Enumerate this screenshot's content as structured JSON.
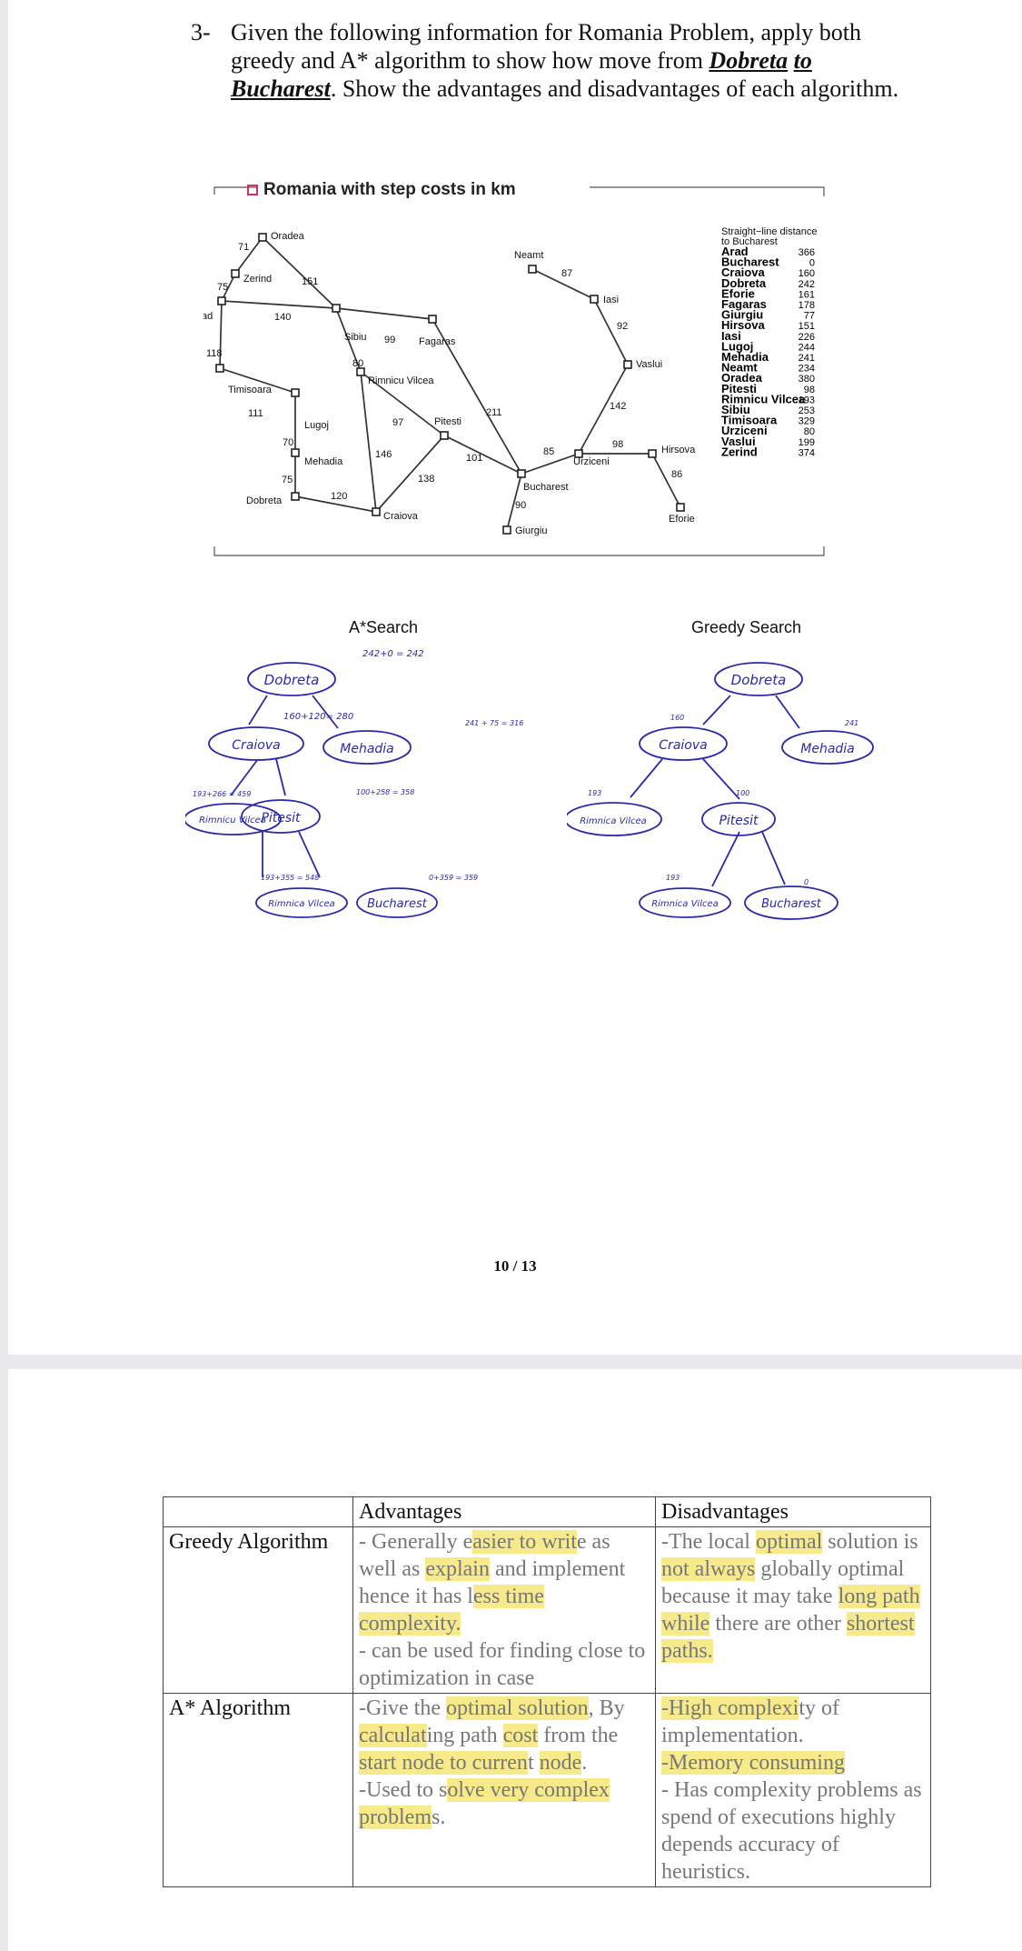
{
  "question": {
    "number": "3-",
    "text_before": "Given the following information for Romania Problem, apply both greedy and A* algorithm to show how move from ",
    "from_city": "Dobreta",
    "to_word": "to",
    "to_city": "Bucharest",
    "text_after": ". Show the advantages and disadvantages of each algorithm."
  },
  "map": {
    "title": "Romania with step costs in km",
    "sld_title_1": "Straight−line distance",
    "sld_title_2": "to Bucharest",
    "sld": [
      {
        "city": "Arad",
        "dist": "366"
      },
      {
        "city": "Bucharest",
        "dist": "0"
      },
      {
        "city": "Craiova",
        "dist": "160"
      },
      {
        "city": "Dobreta",
        "dist": "242"
      },
      {
        "city": "Eforie",
        "dist": "161"
      },
      {
        "city": "Fagaras",
        "dist": "178"
      },
      {
        "city": "Giurgiu",
        "dist": "77"
      },
      {
        "city": "Hirsova",
        "dist": "151"
      },
      {
        "city": "Iasi",
        "dist": "226"
      },
      {
        "city": "Lugoj",
        "dist": "244"
      },
      {
        "city": "Mehadia",
        "dist": "241"
      },
      {
        "city": "Neamt",
        "dist": "234"
      },
      {
        "city": "Oradea",
        "dist": "380"
      },
      {
        "city": "Pitesti",
        "dist": "98"
      },
      {
        "city": "Rimnicu Vilcea",
        "dist": "193"
      },
      {
        "city": "Sibiu",
        "dist": "253"
      },
      {
        "city": "Timisoara",
        "dist": "329"
      },
      {
        "city": "Urziceni",
        "dist": "80"
      },
      {
        "city": "Vaslui",
        "dist": "199"
      },
      {
        "city": "Zerind",
        "dist": "374"
      }
    ],
    "cities": [
      "Oradea",
      "Zerind",
      "Arad",
      "Sibiu",
      "Fagaras",
      "Timisoara",
      "Rimnicu Vilcea",
      "Lugoj",
      "Pitesti",
      "Mehadia",
      "Dobreta",
      "Craiova",
      "Bucharest",
      "Giurgiu",
      "Urziceni",
      "Hirsova",
      "Eforie",
      "Vaslui",
      "Iasi",
      "Neamt"
    ],
    "edge_costs": [
      "71",
      "75",
      "151",
      "140",
      "118",
      "99",
      "80",
      "111",
      "70",
      "75",
      "120",
      "97",
      "146",
      "138",
      "211",
      "101",
      "90",
      "85",
      "98",
      "86",
      "142",
      "92",
      "87"
    ]
  },
  "astar": {
    "title": "A*Search",
    "nodes": [
      "Dobreta",
      "Craiova",
      "Mehadia",
      "Rimnicu Vilcea",
      "Pitesit",
      "Rimnica Vilcea",
      "Bucharest"
    ],
    "annotations": [
      "242+0 = 242",
      "160+120= 280",
      "241 + 75 = 316",
      "193+266 = 459",
      "100+258 = 358",
      "193+355 = 548",
      "0+359 = 359"
    ]
  },
  "greedy": {
    "title": "Greedy Search",
    "nodes": [
      "Dobreta",
      "Craiova",
      "Mehadia",
      "Rimnica Vilcea",
      "Pitesit",
      "Rimnica Vilcea",
      "Bucharest"
    ],
    "annotations": [
      "160",
      "241",
      "193",
      "100",
      "193",
      "0"
    ]
  },
  "page_number": "10 / 13",
  "table": {
    "headers": [
      "",
      "Advantages",
      "Disadvantages"
    ],
    "row1_label": "Greedy Algorithm",
    "row2_label": "A* Algorithm"
  },
  "highlight_color": "#f7ea8b",
  "ink_color": "#2a2aa8"
}
